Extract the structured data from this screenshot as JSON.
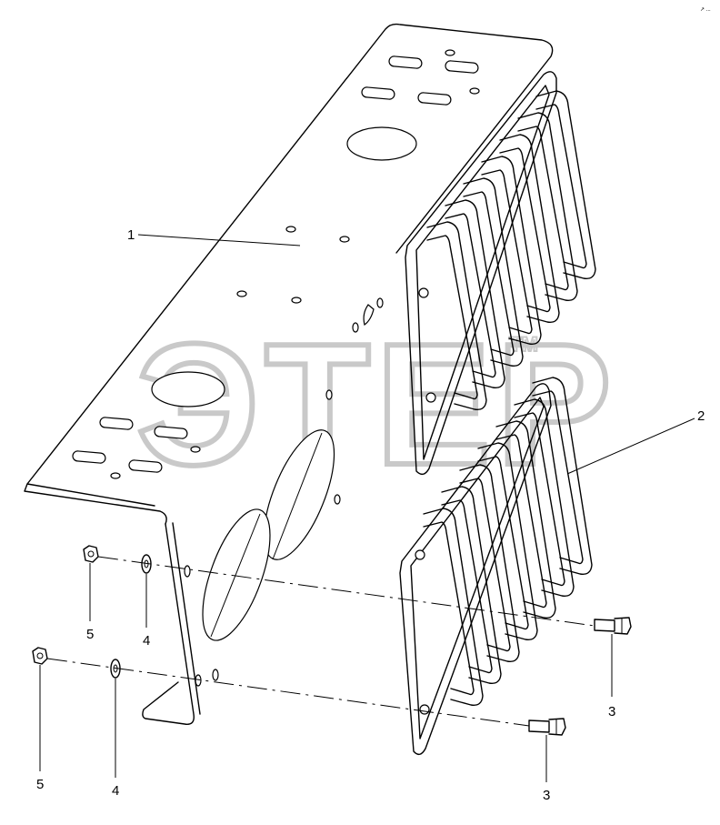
{
  "watermark": {
    "text": "ЭТЕР",
    "mark": "TM"
  },
  "corner_mark": "↗ ...",
  "callouts": [
    {
      "id": "c1",
      "label": "1"
    },
    {
      "id": "c2",
      "label": "2"
    },
    {
      "id": "c3a",
      "label": "3"
    },
    {
      "id": "c3b",
      "label": "3"
    },
    {
      "id": "c4a",
      "label": "4"
    },
    {
      "id": "c4b",
      "label": "4"
    },
    {
      "id": "c5a",
      "label": "5"
    },
    {
      "id": "c5b",
      "label": "5"
    }
  ]
}
